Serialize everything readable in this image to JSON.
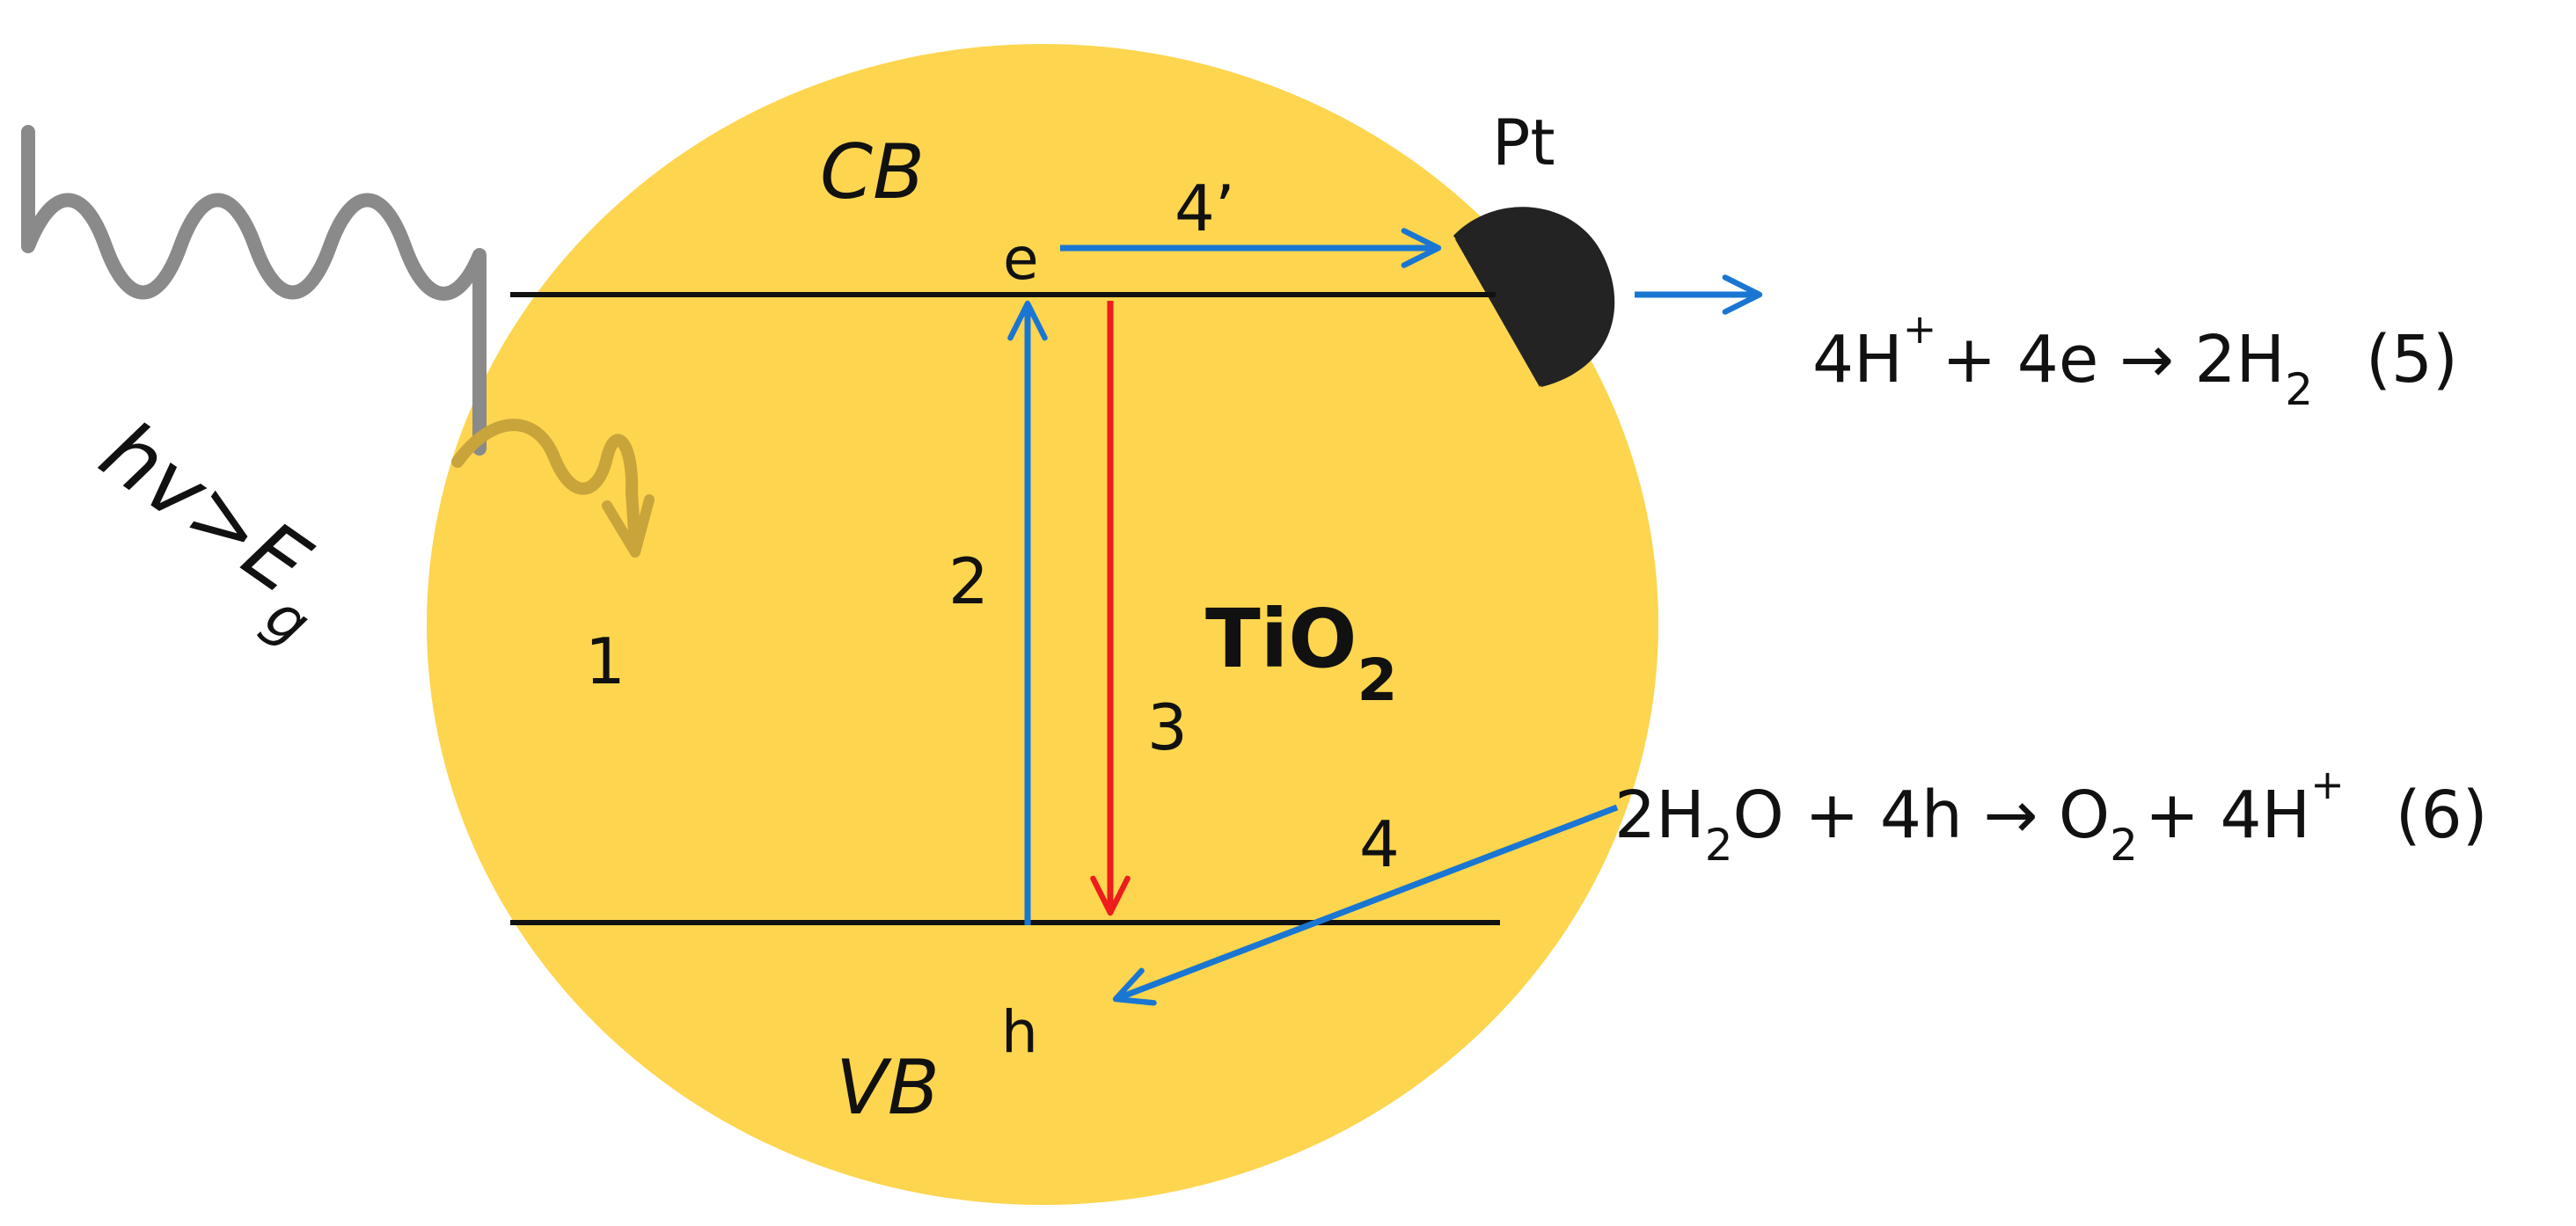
{
  "diagram": {
    "colors": {
      "particle": "#fdd54f",
      "cocatalyst": "#232323",
      "band_line": "#111111",
      "transfer_arrow": "#1976d2",
      "recombination_arrow": "#ee1c1c",
      "photon_wave": "#8a8a8a"
    },
    "labels": {
      "conduction_band": "CB",
      "valence_band": "VB",
      "cocatalyst": "Pt",
      "electron": "e",
      "hole": "h",
      "material_main": "TiO",
      "material_sub": "2",
      "photon_main": "hv>E",
      "photon_sub": "g",
      "step_1": "1",
      "step_2": "2",
      "step_3": "3",
      "step_4": "4",
      "step_4_prime": "4’"
    },
    "equations": {
      "hydrogen": {
        "part_1": "4H",
        "sup_1": "+",
        "part_2": "+ 4e → 2H",
        "sub_1": "2",
        "number": "(5)"
      },
      "oxygen": {
        "part_1": "2H",
        "sub_1": "2",
        "part_2": "O + 4h → O",
        "sub_2": "2",
        "part_3": "+ 4H",
        "sup_1": "+",
        "number": "(6)"
      }
    }
  }
}
